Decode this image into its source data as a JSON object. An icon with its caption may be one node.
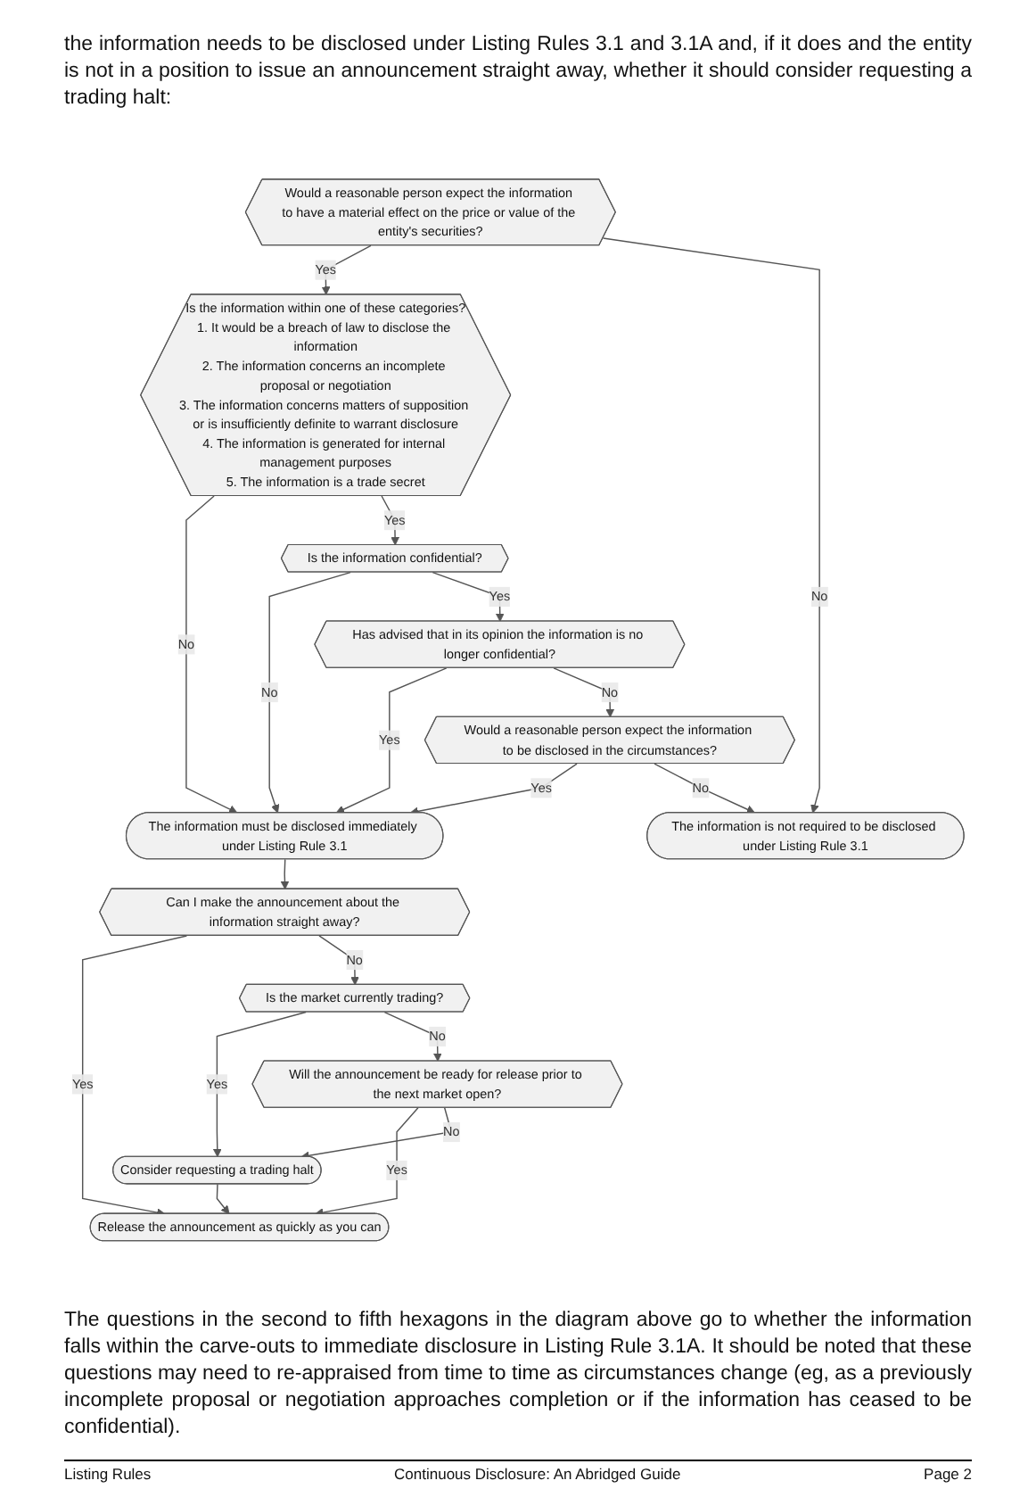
{
  "diagram": {
    "nodes": [
      {
        "text": [
          "Would a reasonable person expect the information to have a material effect on the price or value of the entity's securities?"
        ]
      },
      {
        "text": [
          "Is the information within one of these categories?",
          "1. It would be a breach of law to disclose the information",
          "2. The information concerns an incomplete proposal or negotiation",
          "3. The information concerns matters of supposition or is insufficiently definite to warrant disclosure",
          "4. The information is generated for internal management purposes",
          "5. The information is a trade secret"
        ]
      },
      {
        "text": [
          "Is the information confidential?"
        ]
      },
      {
        "text": [
          "Has advised that in its opinion the information is no longer confidential?"
        ]
      },
      {
        "text": [
          "Would a reasonable person expect the information to be disclosed in the circumstances?"
        ]
      },
      {
        "text": [
          "The information must be disclosed immediately under Listing Rule 3.1"
        ]
      },
      {
        "text": [
          "The information is not required to be disclosed under Listing Rule 3.1"
        ]
      },
      {
        "text": [
          "Can I make the announcement about the information straight away?"
        ]
      },
      {
        "text": [
          "Is the market currently trading?"
        ]
      },
      {
        "text": [
          "Will the announcement be ready for release prior to the next market open?"
        ]
      },
      {
        "text": [
          "Consider requesting a trading halt"
        ]
      },
      {
        "text": [
          "Release the announcement as quickly as you can"
        ]
      }
    ],
    "edges": [
      {
        "from": 0,
        "to": 1,
        "arrow": "to",
        "label": "Yes"
      },
      {
        "from": 0,
        "to": 6,
        "arrow": "to",
        "label": "No"
      },
      {
        "from": 1,
        "to": 5,
        "arrow": "to",
        "label": "No"
      },
      {
        "from": 1,
        "to": 2,
        "arrow": "to",
        "label": "Yes"
      },
      {
        "from": 2,
        "to": 5,
        "arrow": "to",
        "label": "No"
      },
      {
        "from": 2,
        "to": 3,
        "arrow": "to",
        "label": "Yes"
      },
      {
        "from": 3,
        "to": 5,
        "arrow": "to",
        "label": "Yes"
      },
      {
        "from": 3,
        "to": 4,
        "arrow": "to",
        "label": "No"
      },
      {
        "from": 4,
        "to": 5,
        "arrow": "to",
        "label": "Yes"
      },
      {
        "from": 4,
        "to": 6,
        "arrow": "to",
        "label": "No"
      },
      {
        "from": 5,
        "to": 7,
        "arrow": "to"
      },
      {
        "from": 7,
        "to": 11,
        "arrow": "to",
        "label": "Yes"
      },
      {
        "from": 7,
        "to": 8,
        "arrow": "to",
        "label": "No"
      },
      {
        "from": 8,
        "to": 10,
        "arrow": "to",
        "label": "Yes"
      },
      {
        "from": 8,
        "to": 9,
        "arrow": "to",
        "label": "No"
      },
      {
        "from": 9,
        "to": 11,
        "arrow": "to",
        "label": "Yes"
      },
      {
        "from": 9,
        "to": 10,
        "arrow": "to",
        "label": "No"
      },
      {
        "from": 10,
        "to": 11,
        "arrow": "to"
      }
    ],
    "labels": [
      "the information needs to be disclosed under Listing Rules 3.1 and 3.1A and, if it does and the entity is not in a position to issue an announcement straight away, whether it should consider requesting a trading halt:",
      "The questions in the second to fifth hexagons in the diagram above go to whether the information falls within the carve-outs to immediate disclosure in Listing Rule 3.1A. It should be noted that these questions may need to re-appraised from time to time as circumstances change (eg, as a previously incomplete proposal or negotiation approaches completion or if the information has ceased to be confidential).",
      "Listing Rules",
      "Continuous Disclosure: An Abridged Guide",
      "Page 2"
    ]
  }
}
